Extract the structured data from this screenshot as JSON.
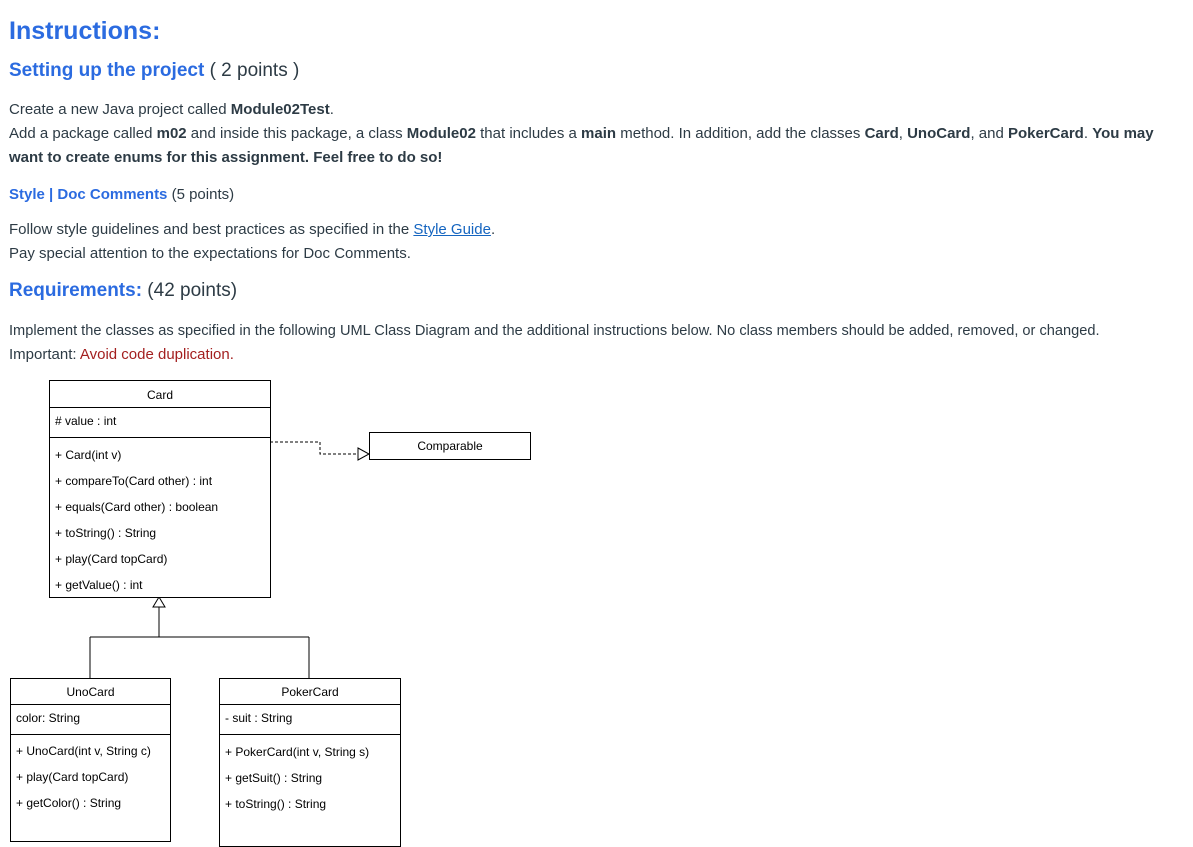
{
  "heading": "Instructions:",
  "setup": {
    "title": "Setting up the project",
    "points": "( 2 points )",
    "line1_prefix": "Create a new Java project called ",
    "line1_bold": "Module02Test",
    "line1_suffix": ".",
    "line2_a": "Add a package called ",
    "line2_b": "m02",
    "line2_c": " and inside this package, a class ",
    "line2_d": "Module02",
    "line2_e": " that includes a ",
    "line2_f": "main",
    "line2_g": " method. In addition, add the classes ",
    "line2_h": "Card",
    "line2_i": ", ",
    "line2_j": "UnoCard",
    "line2_k": ", and ",
    "line2_l": "PokerCard",
    "line2_m": ". ",
    "line2_n": "You may",
    "line3": "want to create enums for this assignment. Feel free to do so!"
  },
  "style": {
    "title": "Style | Doc Comments",
    "points": " (5 points)",
    "line1_prefix": "Follow style guidelines and best practices as specified in the ",
    "link": "Style Guide",
    "line1_suffix": ".",
    "line2": "Pay special attention to the expectations for Doc Comments."
  },
  "requirements": {
    "title": "Requirements:",
    "points": " (42 points)",
    "line1": "Implement the classes as specified in the following UML Class Diagram and the additional instructions below.  No class members should be added, removed, or changed.",
    "line2_prefix": "Important: ",
    "line2_red": "Avoid code duplication."
  },
  "uml": {
    "card": {
      "name": "Card",
      "fields": [
        "# value : int"
      ],
      "methods": [
        "+ Card(int v)",
        "+ compareTo(Card other) : int",
        "+ equals(Card other) : boolean",
        "+ toString() : String",
        "+ play(Card topCard)",
        "+ getValue() : int"
      ]
    },
    "comparable": {
      "name": "Comparable"
    },
    "unocard": {
      "name": "UnoCard",
      "fields": [
        "color: String"
      ],
      "methods": [
        "+ UnoCard(int v, String c)",
        "+ play(Card topCard)",
        "+ getColor() : String"
      ]
    },
    "pokercard": {
      "name": "PokerCard",
      "fields": [
        "- suit : String"
      ],
      "methods": [
        "+ PokerCard(int v, String s)",
        "+ getSuit() : String",
        "+ toString() : String"
      ]
    }
  }
}
